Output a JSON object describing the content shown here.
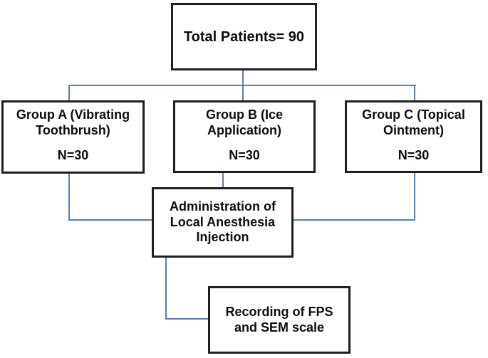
{
  "figure": {
    "colors": {
      "background": "#ffffff",
      "fill": "#ffffff",
      "border": "#1f1f1f",
      "text": "#0d0d0d",
      "connector": "#4f81bd"
    },
    "nodes": {
      "total": {
        "label": "Total Patients= 90"
      },
      "group_a": {
        "title": "Group A (Vibrating\nToothbrush)",
        "count": "N=30"
      },
      "group_b": {
        "title": "Group B (Ice\nApplication)",
        "count": "N=30"
      },
      "group_c": {
        "title": "Group C (Topical\nOintment)",
        "count": "N=30"
      },
      "anesthesia": {
        "label": "Administration of\nLocal Anesthesia\nInjection"
      },
      "recording": {
        "label": "Recording of FPS\nand SEM scale"
      }
    }
  }
}
